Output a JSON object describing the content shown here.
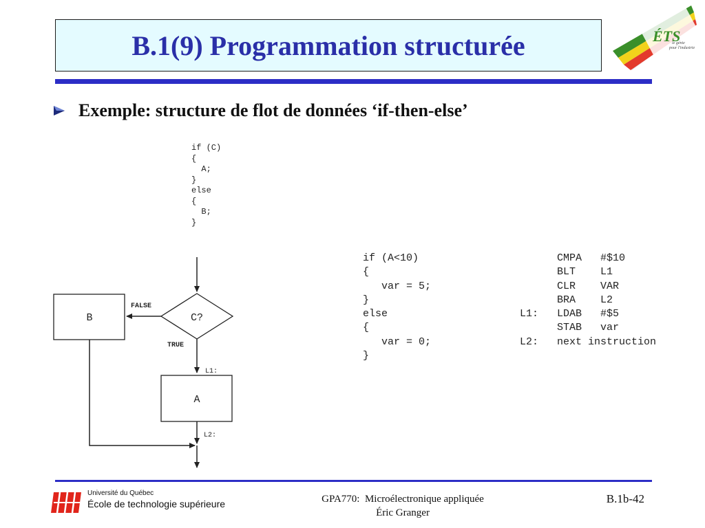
{
  "slide": {
    "title": "B.1(9) Programmation structurée",
    "bullet": "Exemple: structure de flot de données ‘if-then-else’"
  },
  "logo": {
    "mark": "ÉTS",
    "tagline1": "le génie",
    "tagline2": "pour l'industrie",
    "colors": [
      "#3a8f2a",
      "#f2d21b",
      "#e33a2c",
      "#b8b8c8"
    ]
  },
  "generic_code": "if (C)\n{\n  A;\n}\nelse\n{\n  B;\n}",
  "c_code": "if (A<10)\n{\n   var = 5;\n}\nelse\n{\n   var = 0;\n}",
  "asm": "      CMPA   #$10\n      BLT    L1\n      CLR    VAR\n      BRA    L2\nL1:   LDAB   #$5\n      STAB   var\nL2:   next instruction",
  "flowchart": {
    "decision": "C?",
    "false_label": "FALSE",
    "true_label": "TRUE",
    "box_b": "B",
    "box_a": "A",
    "label_l1": "L1:",
    "label_l2": "L2:"
  },
  "footer": {
    "university_line1": "Université du Québec",
    "university_line2": "École de technologie supérieure",
    "course": "GPA770:  Microélectronique appliquée",
    "author": "Éric Granger",
    "page": "B.1b-42"
  },
  "colors": {
    "title_text": "#2a2fa8",
    "title_bg": "#e4fbff",
    "rule": "#2c2dc6",
    "uq_red": "#e1251b"
  }
}
